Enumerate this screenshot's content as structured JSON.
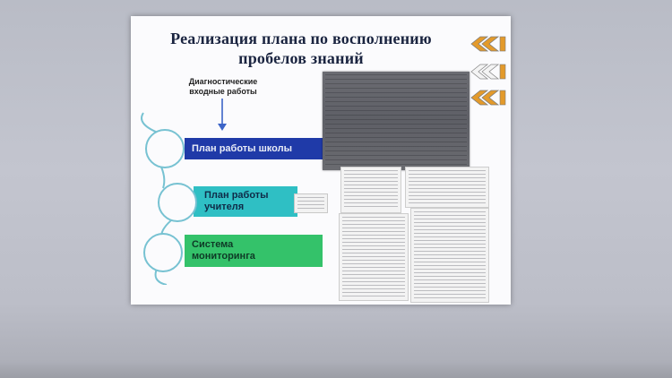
{
  "slide": {
    "title_line1": "Реализация плана по восполнению",
    "title_line2": "пробелов знаний",
    "diagnostic_label_line1": "Диагностические",
    "diagnostic_label_line2": "входные работы",
    "boxes": [
      {
        "line1": "План работы школы",
        "line2": ""
      },
      {
        "line1": "План работы",
        "line2": "учителя"
      },
      {
        "line1": "Система",
        "line2": "мониторинга"
      }
    ]
  },
  "colors": {
    "box1": "#1f3aa8",
    "box2": "#2fbfc4",
    "box3": "#34c26a",
    "circle_outline": "#77c2d2",
    "chevron_fill": "#e39a2b",
    "chevron_outline": "#7c7c7c",
    "title_text": "#1a2440"
  },
  "icons": {
    "nav_chevron": "double-chevron-left-icon",
    "down_arrow": "arrow-down-icon"
  }
}
